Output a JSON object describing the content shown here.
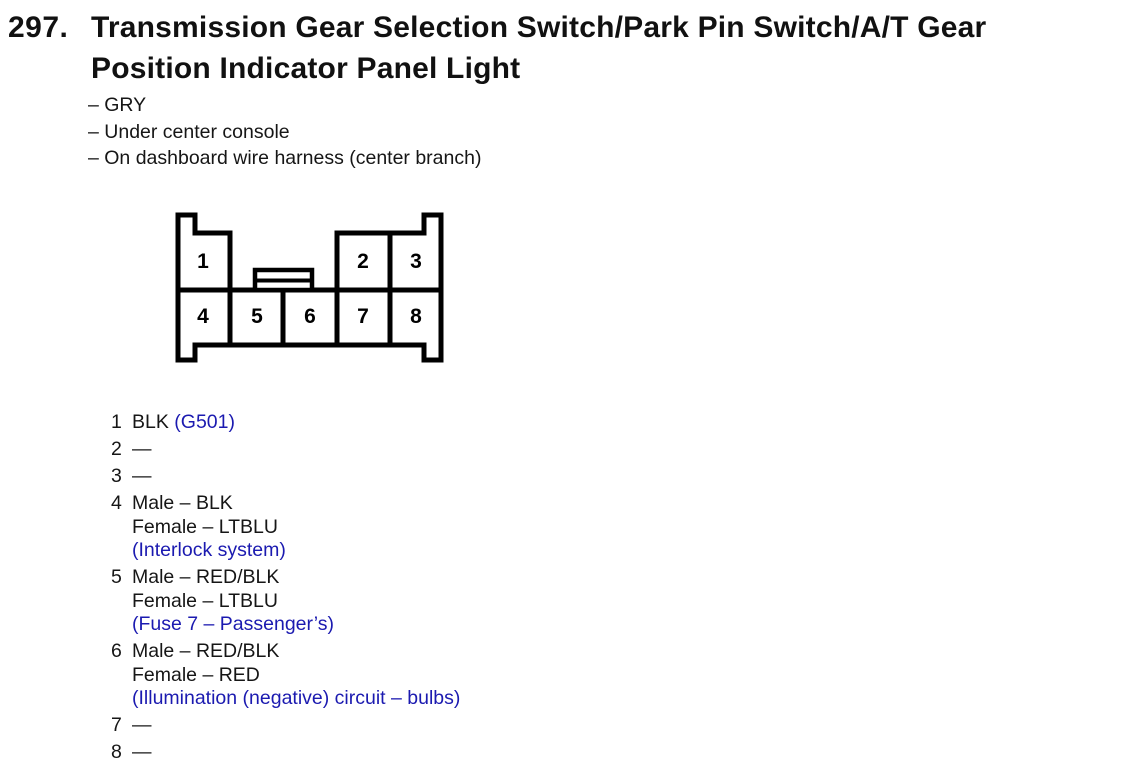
{
  "page": {
    "background": "#ffffff",
    "text_color": "#161616",
    "accent_blue": "#1b1ab0",
    "diagram_stroke": "#000000"
  },
  "header": {
    "number": "297.",
    "title_line1": "Transmission Gear Selection Switch/Park Pin Switch/A/T Gear",
    "title_line2": "Position Indicator Panel Light"
  },
  "details": [
    "– GRY",
    "– Under center console",
    "– On dashboard wire harness (center branch)"
  ],
  "connector": {
    "description": "8-cavity connector, two rows, center latch, side flanges",
    "cavity_labels": [
      "1",
      "2",
      "3",
      "4",
      "5",
      "6",
      "7",
      "8"
    ]
  },
  "pins": [
    {
      "number": "1",
      "lines": [
        {
          "segs": [
            {
              "t": "BLK "
            },
            {
              "t": "(G501)",
              "blue": true
            }
          ]
        }
      ]
    },
    {
      "number": "2",
      "lines": [
        {
          "segs": [
            {
              "t": "—"
            }
          ]
        }
      ]
    },
    {
      "number": "3",
      "lines": [
        {
          "segs": [
            {
              "t": "—"
            }
          ]
        }
      ]
    },
    {
      "number": "4",
      "lines": [
        {
          "segs": [
            {
              "t": "Male – BLK"
            }
          ]
        },
        {
          "segs": [
            {
              "t": "Female – LTBLU"
            }
          ]
        },
        {
          "segs": [
            {
              "t": "(Interlock system)",
              "blue": true
            }
          ]
        }
      ]
    },
    {
      "number": "5",
      "lines": [
        {
          "segs": [
            {
              "t": "Male – RED/BLK"
            }
          ]
        },
        {
          "segs": [
            {
              "t": "Female – LTBLU"
            }
          ]
        },
        {
          "segs": [
            {
              "t": "(Fuse 7 – Passenger’s)",
              "blue": true
            }
          ]
        }
      ]
    },
    {
      "number": "6",
      "lines": [
        {
          "segs": [
            {
              "t": "Male – RED/BLK"
            }
          ]
        },
        {
          "segs": [
            {
              "t": "Female – RED"
            }
          ]
        },
        {
          "segs": [
            {
              "t": "(Illumination (negative) circuit – bulbs)",
              "blue": true
            }
          ]
        }
      ]
    },
    {
      "number": "7",
      "lines": [
        {
          "segs": [
            {
              "t": "—"
            }
          ]
        }
      ]
    },
    {
      "number": "8",
      "lines": [
        {
          "segs": [
            {
              "t": "—"
            }
          ]
        }
      ]
    }
  ]
}
